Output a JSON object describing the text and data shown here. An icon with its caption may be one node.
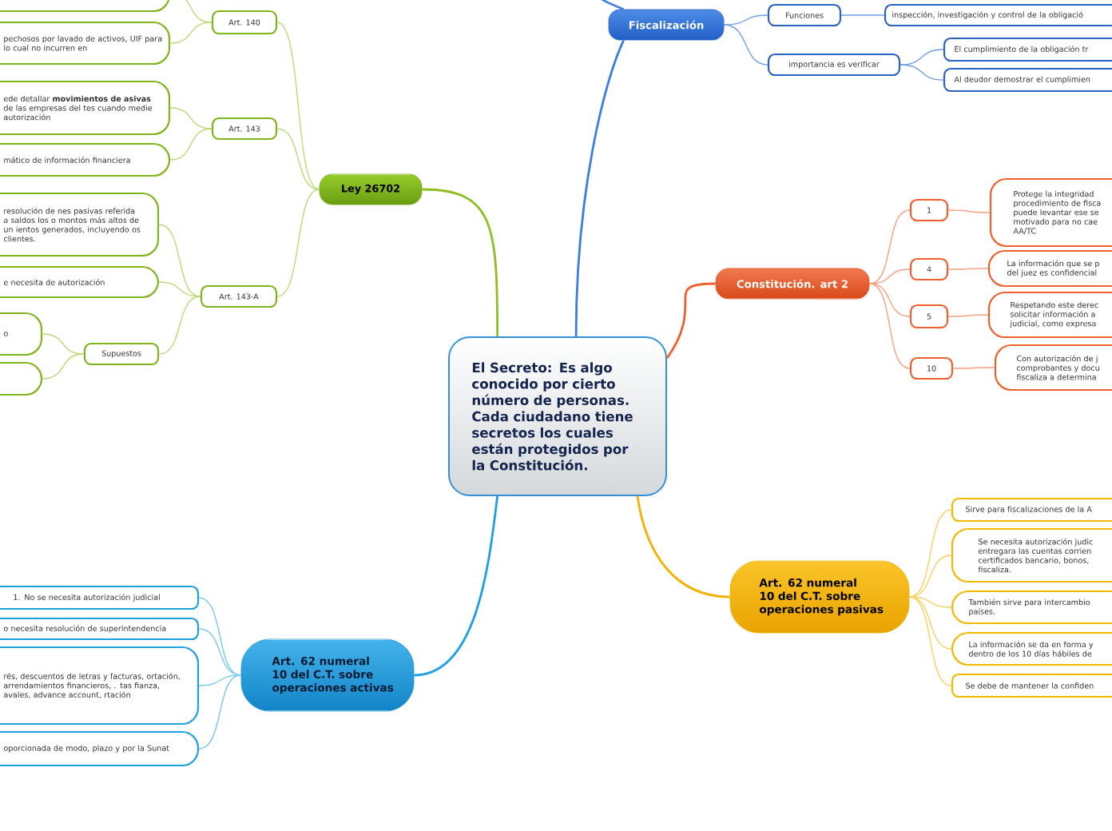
{
  "diagram": {
    "nodes": [
      {
        "text": [
          "El Secreto: Es algo conocido por cierto número de personas. Cada ciudadano tiene secretos los cuales están protegidos por la Constitución."
        ]
      },
      {
        "text": [
          "Fiscalización"
        ]
      },
      {
        "text": [
          "Funciones"
        ]
      },
      {
        "text": [
          "inspección, investigación y control de la obligació"
        ]
      },
      {
        "text": [
          "importancia es verificar"
        ]
      },
      {
        "text": [
          "El cumplimiento de la obligación tr"
        ]
      },
      {
        "text": [
          "Al deudor demostrar el cumplimien"
        ]
      },
      {
        "text": [
          "Constitución. art 2"
        ]
      },
      {
        "text": [
          "1"
        ]
      },
      {
        "text": [
          "Protege la integridad procedimiento de fisca puede levantar ese se motivado para no cae AA/TC"
        ]
      },
      {
        "text": [
          "4"
        ]
      },
      {
        "text": [
          "La información que se p del juez es confidencial"
        ]
      },
      {
        "text": [
          "5"
        ]
      },
      {
        "text": [
          "Respetando este derec solicitar información a judicial, como expresa"
        ]
      },
      {
        "text": [
          "10"
        ]
      },
      {
        "text": [
          "Con autorización de j comprobantes y docu fiscaliza a determina"
        ]
      },
      {
        "text": [
          "Art. 62 numeral 10 del C.T. sobre operaciones pasivas"
        ]
      },
      {
        "text": [
          "Sirve para fiscalizaciones de la A"
        ]
      },
      {
        "text": [
          "Se necesita autorización judic entregara las cuentas corrien certificados bancario, bonos, fiscaliza."
        ]
      },
      {
        "text": [
          "También sirve para intercambio países."
        ]
      },
      {
        "text": [
          "La información se da en forma y dentro de los 10 días hábiles de"
        ]
      },
      {
        "text": [
          "Se debe de mantener la confiden"
        ]
      },
      {
        "text": [
          "Ley 26702"
        ]
      },
      {
        "text": [
          "Art. 140"
        ]
      },
      {
        "text": [],
        "shape": "box"
      },
      {
        "text": [
          "pechosos por lavado de activos, UIF para lo cual no incurren en"
        ]
      },
      {
        "text": [
          "Art. 143"
        ]
      },
      {
        "text": [
          "ede detallar **movimientos de asivas** de las empresas del tes cuando medie autorización"
        ]
      },
      {
        "text": [
          "mático de información financiera"
        ]
      },
      {
        "text": [
          "Art. 143-A"
        ]
      },
      {
        "text": [
          "resolución de nes pasivas referida a saldos los o montos más altos de un ientos generados, incluyendo os clientes."
        ]
      },
      {
        "text": [
          "e necesita de autorización"
        ]
      },
      {
        "text": [
          "Supuestos"
        ]
      },
      {
        "text": [
          "o"
        ]
      },
      {
        "text": [],
        "shape": "box"
      },
      {
        "text": [
          "Art. 62 numeral 10 del C.T. sobre operaciones activas"
        ]
      },
      {
        "text": [
          "1. No se necesita autorización judicial"
        ]
      },
      {
        "text": [
          "o necesita resolución de superintendencia"
        ]
      },
      {
        "text": [
          "rés, descuentos de letras y facturas, ortación, arrendamientos financieros, . tas fianza, avales, advance account, rtación"
        ]
      },
      {
        "text": [
          "oporcionada de modo, plazo y por la Sunat"
        ]
      }
    ],
    "edges": [
      {
        "from": 0,
        "to": 1,
        "arrow": "none",
        "color": "#3b7de0"
      },
      {
        "from": 1,
        "to": null,
        "arrow": "none",
        "color": "#3b7de0"
      },
      {
        "from": 1,
        "to": 2,
        "arrow": "none",
        "color": "#6f9fe8"
      },
      {
        "from": 2,
        "to": 3,
        "arrow": "none",
        "color": "#6f9fe8"
      },
      {
        "from": 1,
        "to": 4,
        "arrow": "none",
        "color": "#6f9fe8"
      },
      {
        "from": 4,
        "to": 5,
        "arrow": "none",
        "color": "#6f9fe8"
      },
      {
        "from": 4,
        "to": 6,
        "arrow": "none",
        "color": "#6f9fe8"
      },
      {
        "from": 0,
        "to": 7,
        "arrow": "none",
        "color": "#f0602e"
      },
      {
        "from": 7,
        "to": 8,
        "arrow": "none",
        "color": "#f8a080"
      },
      {
        "from": 8,
        "to": 9,
        "arrow": "none",
        "color": "#f8a080"
      },
      {
        "from": 7,
        "to": 10,
        "arrow": "none",
        "color": "#f8a080"
      },
      {
        "from": 10,
        "to": 11,
        "arrow": "none",
        "color": "#f8a080"
      },
      {
        "from": 7,
        "to": 12,
        "arrow": "none",
        "color": "#f8a080"
      },
      {
        "from": 12,
        "to": 13,
        "arrow": "none",
        "color": "#f8a080"
      },
      {
        "from": 7,
        "to": 14,
        "arrow": "none",
        "color": "#f8a080"
      },
      {
        "from": 14,
        "to": 15,
        "arrow": "none",
        "color": "#f8a080"
      },
      {
        "from": 0,
        "to": 16,
        "arrow": "none",
        "color": "#f5b000"
      },
      {
        "from": 16,
        "to": 17,
        "arrow": "none",
        "color": "#f8d060"
      },
      {
        "from": 16,
        "to": 18,
        "arrow": "none",
        "color": "#f8d060"
      },
      {
        "from": 16,
        "to": 19,
        "arrow": "none",
        "color": "#f8d060"
      },
      {
        "from": 16,
        "to": 20,
        "arrow": "none",
        "color": "#f8d060"
      },
      {
        "from": 16,
        "to": 21,
        "arrow": "none",
        "color": "#f8d060"
      },
      {
        "from": 0,
        "to": 22,
        "arrow": "none",
        "color": "#8dbf22"
      },
      {
        "from": 22,
        "to": 23,
        "arrow": "none",
        "color": "#bcd97a"
      },
      {
        "from": 23,
        "to": 24,
        "arrow": "none",
        "color": "#bcd97a"
      },
      {
        "from": 23,
        "to": 25,
        "arrow": "none",
        "color": "#bcd97a"
      },
      {
        "from": 22,
        "to": 26,
        "arrow": "none",
        "color": "#bcd97a"
      },
      {
        "from": 26,
        "to": 27,
        "arrow": "none",
        "color": "#bcd97a"
      },
      {
        "from": 26,
        "to": 28,
        "arrow": "none",
        "color": "#bcd97a"
      },
      {
        "from": 22,
        "to": 29,
        "arrow": "none",
        "color": "#bcd97a"
      },
      {
        "from": 29,
        "to": 30,
        "arrow": "none",
        "color": "#bcd97a"
      },
      {
        "from": 29,
        "to": 31,
        "arrow": "none",
        "color": "#bcd97a"
      },
      {
        "from": 29,
        "to": 32,
        "arrow": "none",
        "color": "#bcd97a"
      },
      {
        "from": 32,
        "to": 33,
        "arrow": "none",
        "color": "#bcd97a"
      },
      {
        "from": 32,
        "to": 34,
        "arrow": "none",
        "color": "#bcd97a"
      },
      {
        "from": 0,
        "to": 35,
        "arrow": "none",
        "color": "#1ea0e0"
      },
      {
        "from": 35,
        "to": 36,
        "arrow": "none",
        "color": "#7cc8ef"
      },
      {
        "from": 35,
        "to": 37,
        "arrow": "none",
        "color": "#7cc8ef"
      },
      {
        "from": 35,
        "to": 38,
        "arrow": "none",
        "color": "#7cc8ef"
      },
      {
        "from": 35,
        "to": 39,
        "arrow": "none",
        "color": "#7cc8ef"
      }
    ]
  }
}
